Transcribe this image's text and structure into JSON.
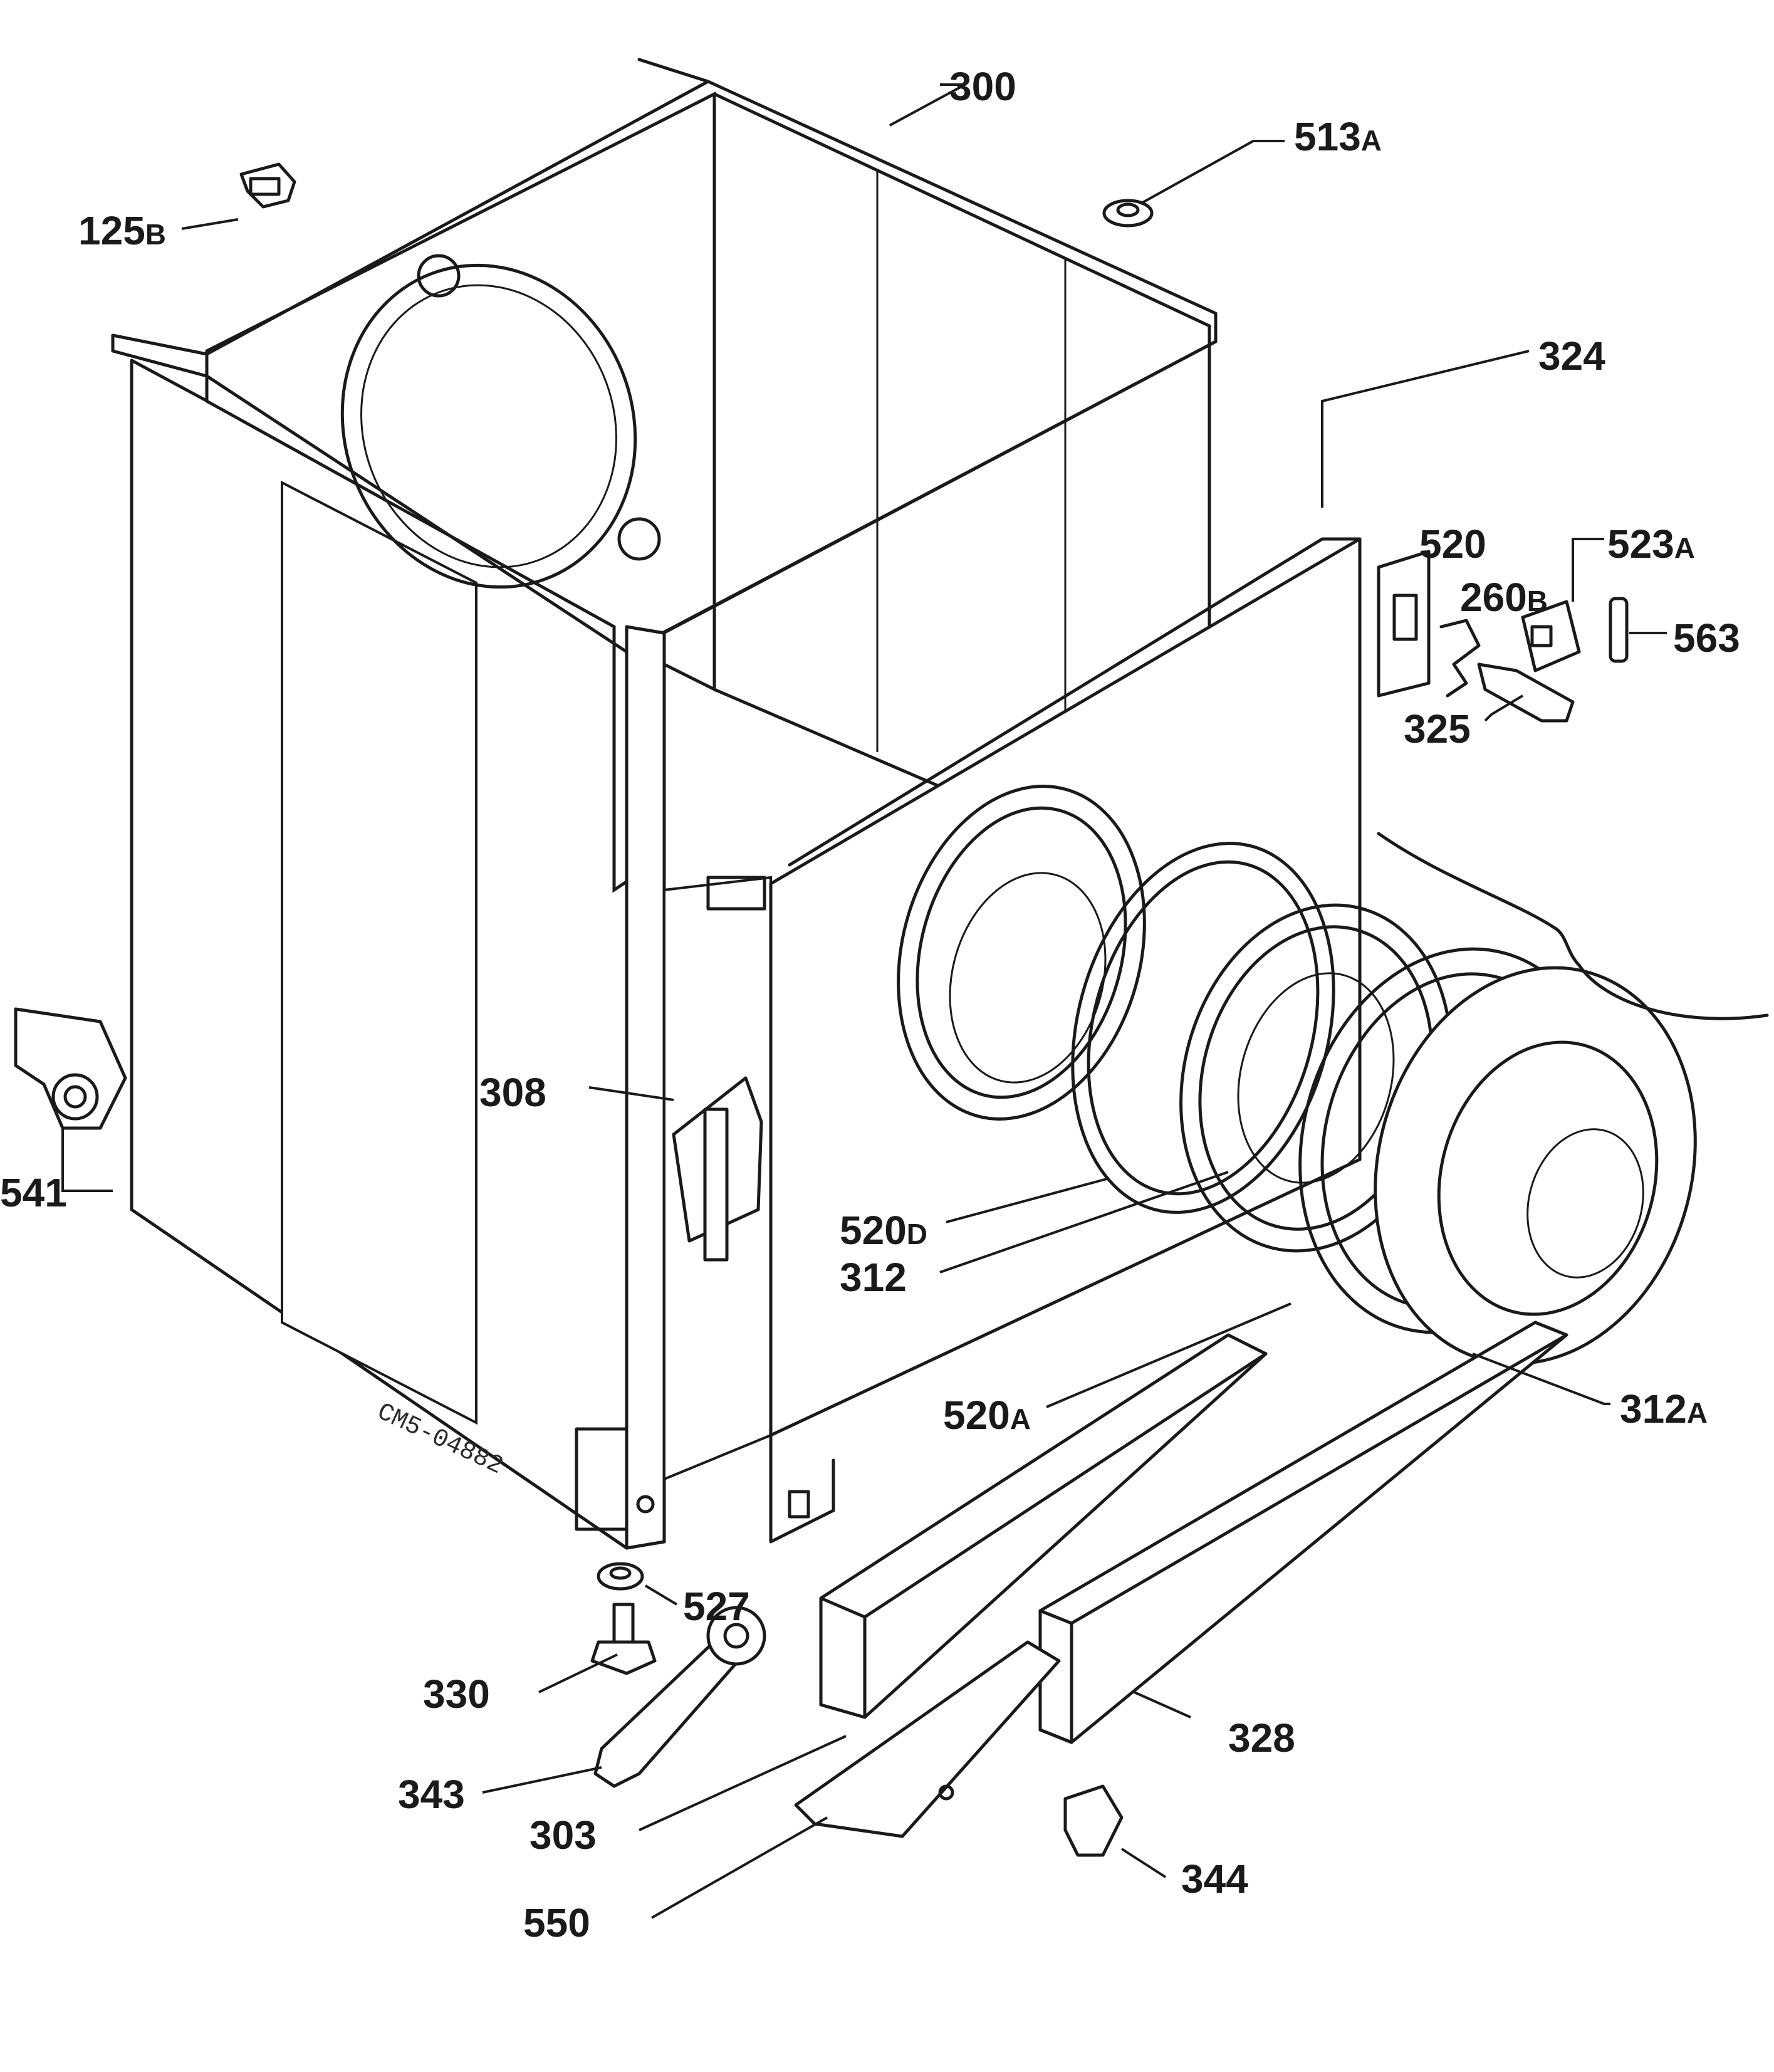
{
  "diagram": {
    "drawing_code": "CM5-04882",
    "labels": [
      {
        "id": "300",
        "text": "300",
        "suffix": ""
      },
      {
        "id": "513A",
        "text": "513",
        "suffix": "A"
      },
      {
        "id": "125B",
        "text": "125",
        "suffix": "B"
      },
      {
        "id": "324",
        "text": "324",
        "suffix": ""
      },
      {
        "id": "520",
        "text": "520",
        "suffix": ""
      },
      {
        "id": "523A",
        "text": "523",
        "suffix": "A"
      },
      {
        "id": "260B",
        "text": "260",
        "suffix": "B"
      },
      {
        "id": "563",
        "text": "563",
        "suffix": ""
      },
      {
        "id": "325",
        "text": "325",
        "suffix": ""
      },
      {
        "id": "308",
        "text": "308",
        "suffix": ""
      },
      {
        "id": "541",
        "text": "541",
        "suffix": ""
      },
      {
        "id": "520D",
        "text": "520",
        "suffix": "D"
      },
      {
        "id": "312",
        "text": "312",
        "suffix": ""
      },
      {
        "id": "520A",
        "text": "520",
        "suffix": "A"
      },
      {
        "id": "312A",
        "text": "312",
        "suffix": "A"
      },
      {
        "id": "527",
        "text": "527",
        "suffix": ""
      },
      {
        "id": "330",
        "text": "330",
        "suffix": ""
      },
      {
        "id": "328",
        "text": "328",
        "suffix": ""
      },
      {
        "id": "343",
        "text": "343",
        "suffix": ""
      },
      {
        "id": "303",
        "text": "303",
        "suffix": ""
      },
      {
        "id": "344",
        "text": "344",
        "suffix": ""
      },
      {
        "id": "550",
        "text": "550",
        "suffix": ""
      }
    ]
  }
}
